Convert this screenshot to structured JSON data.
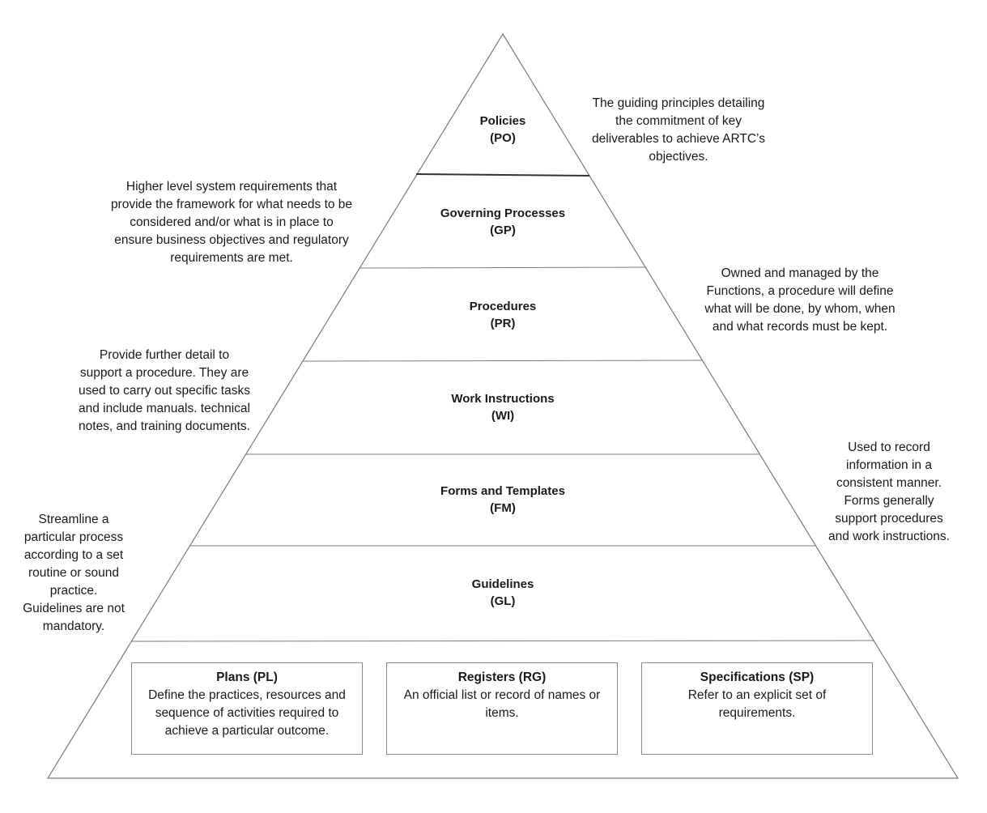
{
  "layers": [
    {
      "name": "Policies",
      "code": "(PO)"
    },
    {
      "name": "Governing Processes",
      "code": "(GP)"
    },
    {
      "name": "Procedures",
      "code": "(PR)"
    },
    {
      "name": "Work Instructions",
      "code": "(WI)"
    },
    {
      "name": "Forms and Templates",
      "code": "(FM)"
    },
    {
      "name": "Guidelines",
      "code": "(GL)"
    }
  ],
  "descriptions": {
    "policies": "The guiding principles detailing the commitment of key deliverables to achieve ARTC’s objectives.",
    "governing_processes": "Higher level system requirements that provide the framework for what needs to be considered and/or what is in place to ensure business objectives and regulatory requirements are met.",
    "procedures": "Owned and managed by the Functions, a procedure will define what will be done, by whom, when and what records must be kept.",
    "work_instructions": "Provide further detail to support a procedure. They are used to carry out specific tasks and include manuals. technical notes, and training documents.",
    "forms_templates": "Used to record information in a consistent manner. Forms generally support procedures and work instructions.",
    "guidelines": "Streamline a particular process according to a set routine or sound practice. Guidelines are not mandatory."
  },
  "base_boxes": [
    {
      "title": "Plans (PL)",
      "text": "Define the practices, resources and sequence of activities required to achieve a particular outcome."
    },
    {
      "title": "Registers (RG)",
      "text": "An official list or record of names or items."
    },
    {
      "title": "Specifications (SP)",
      "text": "Refer to an explicit set of requirements."
    }
  ]
}
